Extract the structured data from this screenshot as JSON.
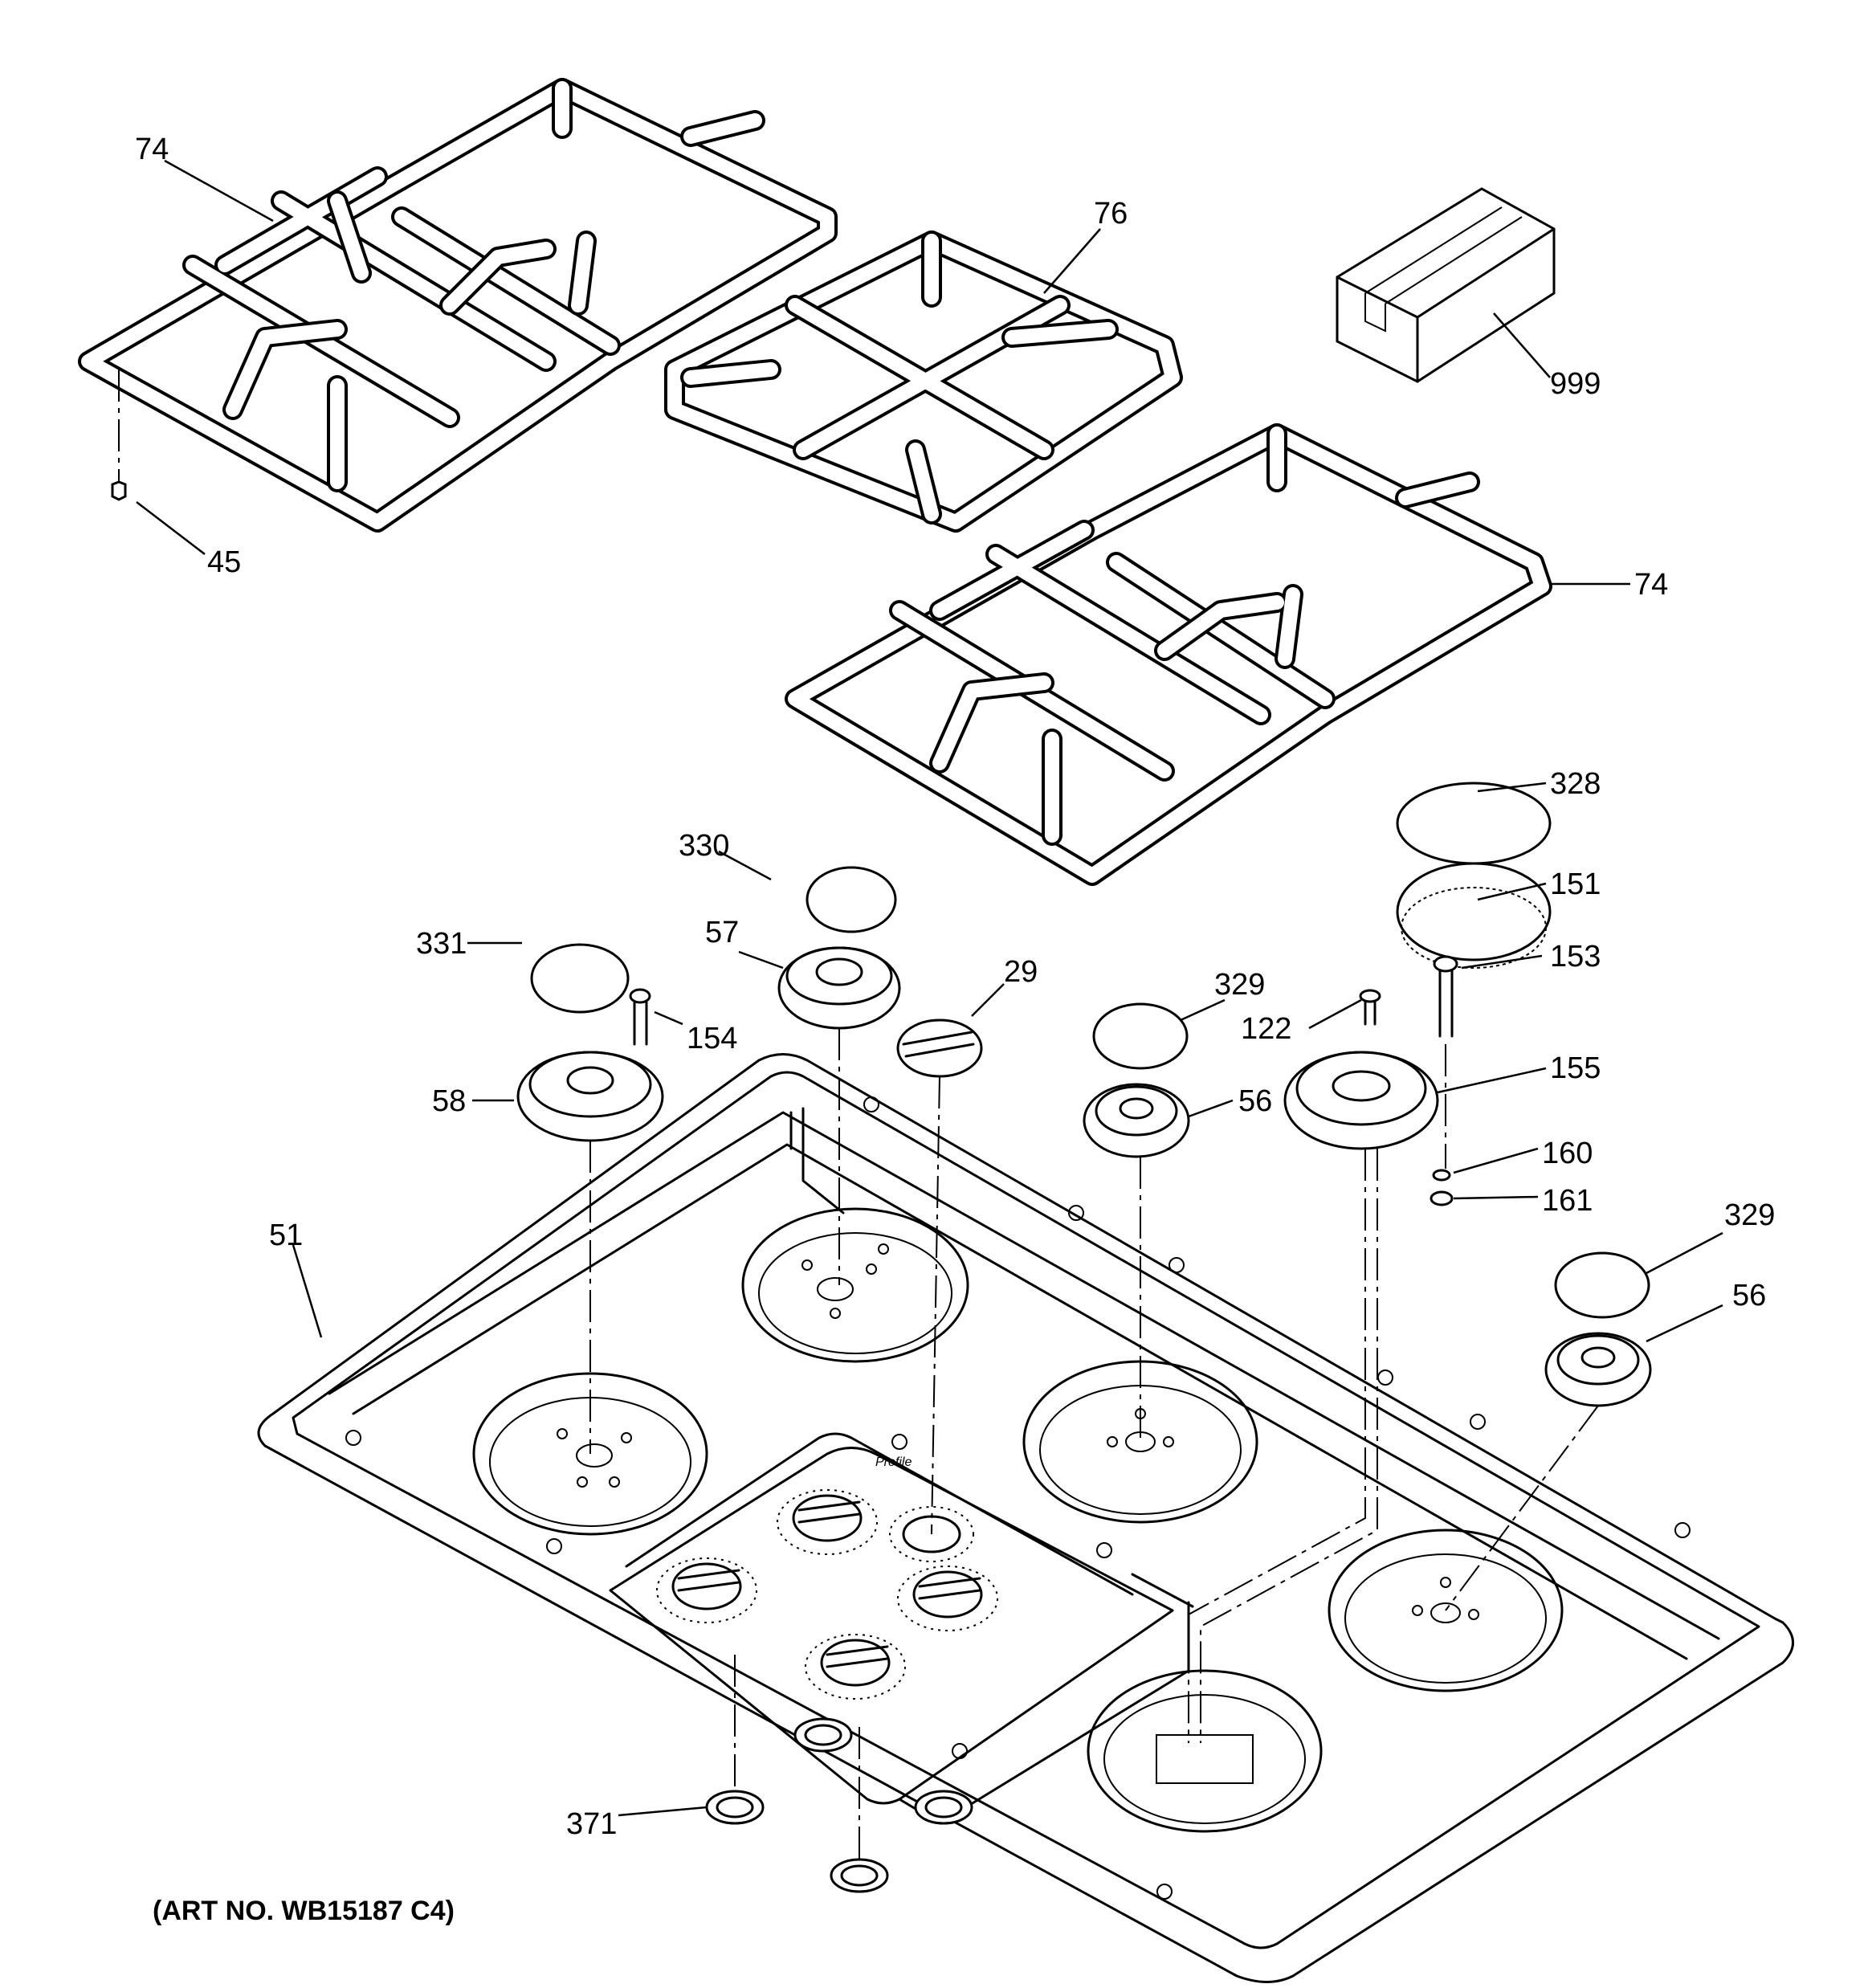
{
  "diagram": {
    "callouts": {
      "c74a": "74",
      "c76": "76",
      "c999": "999",
      "c45": "45",
      "c74b": "74",
      "c328": "328",
      "c330": "330",
      "c151": "151",
      "c331": "331",
      "c57": "57",
      "c29": "29",
      "c329a": "329",
      "c153": "153",
      "c154": "154",
      "c122": "122",
      "c155": "155",
      "c58": "58",
      "c56a": "56",
      "c160": "160",
      "c161": "161",
      "c51": "51",
      "c329b": "329",
      "c56b": "56",
      "c371": "371"
    },
    "brand_mark": "Profile",
    "art_number": "(ART NO. WB15187 C4)"
  }
}
